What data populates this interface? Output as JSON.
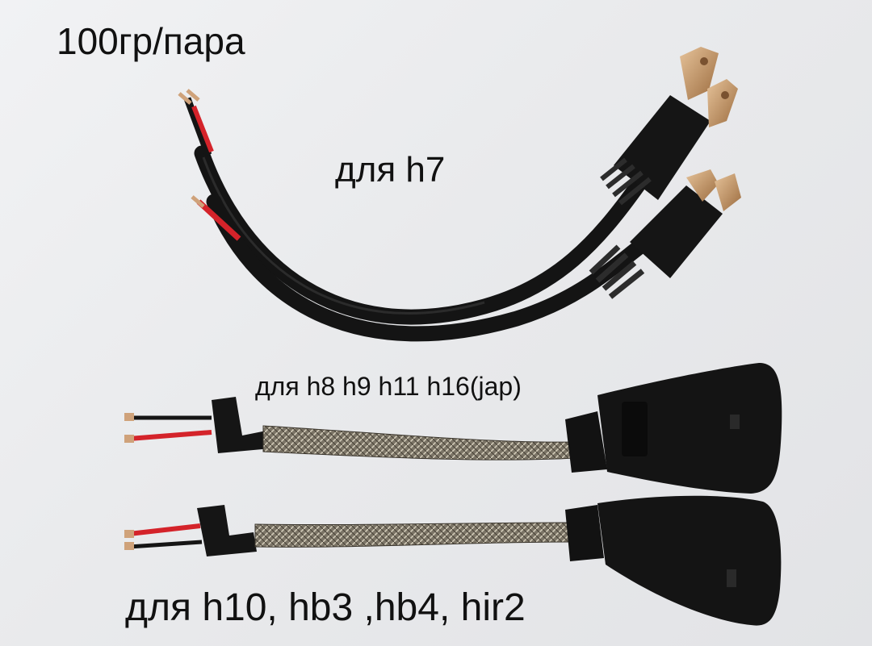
{
  "captions": {
    "price": "100гр/пара",
    "h7": "для h7",
    "h8": "для h8 h9 h11 h16(jap)",
    "h10": "для h10, hb3 ,hb4, hir2"
  },
  "colors": {
    "background": "#eaebed",
    "cable": "#141414",
    "wire_red": "#d4232a",
    "braid": "#8a8272",
    "terminal": "#c79a6a",
    "text": "#111111"
  }
}
